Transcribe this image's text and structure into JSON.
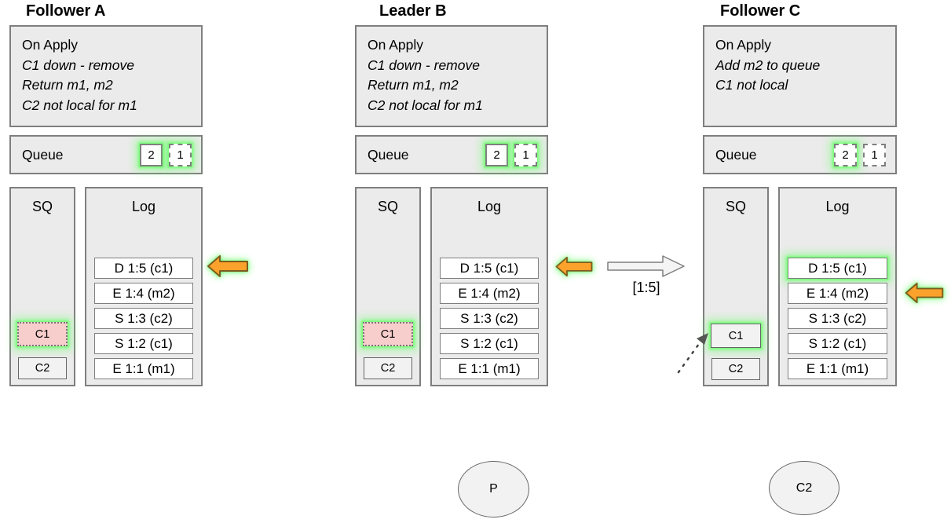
{
  "panels": [
    {
      "name": "Follower A",
      "on_apply": {
        "title": "On Apply",
        "lines": [
          "C1 down - remove",
          "Return m1, m2",
          "C2 not local for m1"
        ]
      },
      "queue": {
        "label": "Queue",
        "items": [
          {
            "value": "2",
            "border": "solid",
            "highlight": true
          },
          {
            "value": "1",
            "border": "dashed",
            "highlight": true
          }
        ]
      },
      "sq": {
        "label": "SQ",
        "items": [
          {
            "value": "C1",
            "state": "pending-removal",
            "highlight": true
          },
          {
            "value": "C2",
            "state": "normal",
            "highlight": false
          }
        ]
      },
      "log": {
        "label": "Log",
        "entries": [
          {
            "text": "D 1:5 (c1)",
            "highlight": false
          },
          {
            "text": "E 1:4 (m2)",
            "highlight": false
          },
          {
            "text": "S 1:3 (c2)",
            "highlight": false
          },
          {
            "text": "S 1:2 (c1)",
            "highlight": false
          },
          {
            "text": "E 1:1 (m1)",
            "highlight": false
          }
        ]
      },
      "apply_arrow_row": "D 1:5 (c1)"
    },
    {
      "name": "Leader B",
      "on_apply": {
        "title": "On Apply",
        "lines": [
          "C1 down - remove",
          "Return m1, m2",
          "C2 not local for m1"
        ]
      },
      "queue": {
        "label": "Queue",
        "items": [
          {
            "value": "2",
            "border": "solid",
            "highlight": true
          },
          {
            "value": "1",
            "border": "dashed",
            "highlight": true
          }
        ]
      },
      "sq": {
        "label": "SQ",
        "items": [
          {
            "value": "C1",
            "state": "pending-removal",
            "highlight": true
          },
          {
            "value": "C2",
            "state": "normal",
            "highlight": false
          }
        ]
      },
      "log": {
        "label": "Log",
        "entries": [
          {
            "text": "D 1:5 (c1)",
            "highlight": false
          },
          {
            "text": "E 1:4 (m2)",
            "highlight": false
          },
          {
            "text": "S 1:3 (c2)",
            "highlight": false
          },
          {
            "text": "S 1:2 (c1)",
            "highlight": false
          },
          {
            "text": "E 1:1 (m1)",
            "highlight": false
          }
        ]
      },
      "apply_arrow_row": "D 1:5 (c1)"
    },
    {
      "name": "Follower C",
      "on_apply": {
        "title": "On Apply",
        "lines": [
          "Add m2 to queue",
          "C1 not local"
        ]
      },
      "queue": {
        "label": "Queue",
        "items": [
          {
            "value": "2",
            "border": "dashed",
            "highlight": true
          },
          {
            "value": "1",
            "border": "dashed",
            "highlight": false
          }
        ]
      },
      "sq": {
        "label": "SQ",
        "items": [
          {
            "value": "C1",
            "state": "normal",
            "highlight": true
          },
          {
            "value": "C2",
            "state": "normal",
            "highlight": false
          }
        ]
      },
      "log": {
        "label": "Log",
        "entries": [
          {
            "text": "D 1:5 (c1)",
            "highlight": true
          },
          {
            "text": "E 1:4 (m2)",
            "highlight": false
          },
          {
            "text": "S 1:3 (c2)",
            "highlight": false
          },
          {
            "text": "S 1:2 (c1)",
            "highlight": false
          },
          {
            "text": "E 1:1 (m1)",
            "highlight": false
          }
        ]
      },
      "apply_arrow_row": "E 1:4 (m2)"
    }
  ],
  "connection": {
    "label": "[1:5]",
    "from": "Leader B",
    "to": "Follower C"
  },
  "nodes": [
    {
      "label": "P"
    },
    {
      "label": "C2"
    }
  ],
  "colors": {
    "panel_fill": "#ebebeb",
    "panel_border": "#7f7f7f",
    "entry_fill": "#ffffff",
    "removed_fill": "#f8cecc",
    "highlight_glow": "#6eff6e",
    "arrow_fill": "#fba22c",
    "arrow_stroke": "#7a5c1f",
    "replicate_arrow_fill": "#f4f4f4"
  }
}
